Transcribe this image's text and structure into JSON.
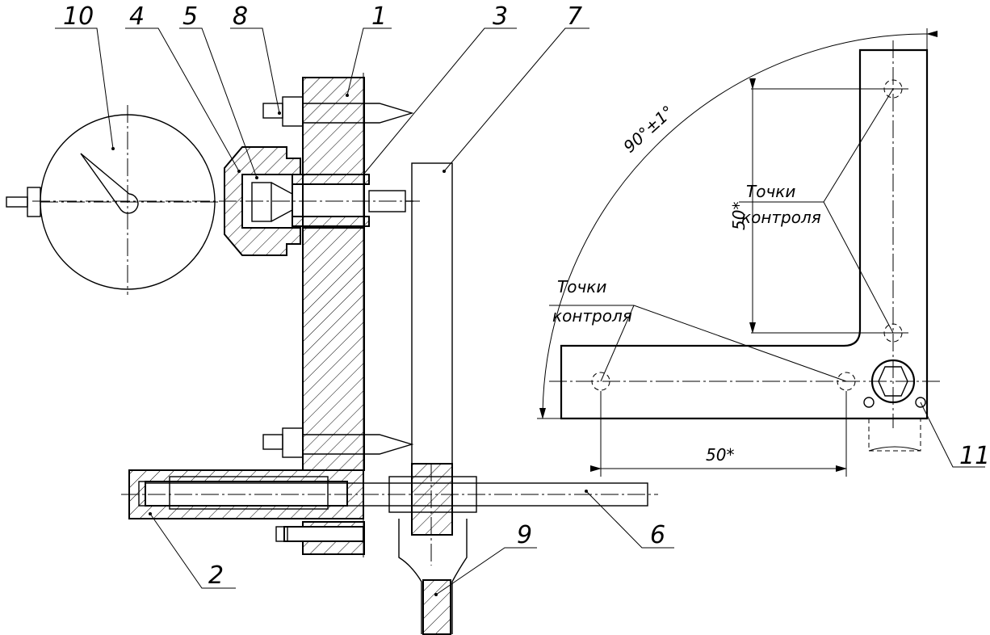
{
  "callouts": {
    "p1": "1",
    "p2": "2",
    "p3": "3",
    "p4": "4",
    "p5": "5",
    "p6": "6",
    "p7": "7",
    "p8": "8",
    "p9": "9",
    "p10": "10",
    "p11": "11"
  },
  "annotations": {
    "angle": "90°±1°",
    "dim_vertical": "50*",
    "dim_horizontal": "50*",
    "control_points_1_line1": "Точки",
    "control_points_1_line2": "контроля",
    "control_points_2_line1": "Точки",
    "control_points_2_line2": "контроля"
  }
}
